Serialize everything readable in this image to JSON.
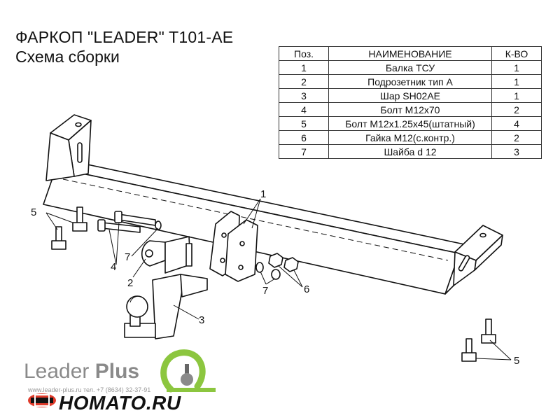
{
  "title": "ФАРКОП \"LEADER\" T101-AE",
  "subtitle": "Схема сборки",
  "table": {
    "headers": [
      "Поз.",
      "НАИМЕНОВАНИЕ",
      "К-ВО"
    ],
    "rows": [
      [
        "1",
        "Балка ТСУ",
        "1"
      ],
      [
        "2",
        "Подрозетник тип А",
        "1"
      ],
      [
        "3",
        "Шар  SH02AE",
        "1"
      ],
      [
        "4",
        "Болт М12х70",
        "2"
      ],
      [
        "5",
        "Болт М12х1.25х45(штатный)",
        "4"
      ],
      [
        "6",
        "Гайка М12(с.контр.)",
        "2"
      ],
      [
        "7",
        "Шайба d 12",
        "3"
      ]
    ]
  },
  "callouts": {
    "c1": "1",
    "c2": "2",
    "c3": "3",
    "c4": "4",
    "c5_left": "5",
    "c5_right": "5",
    "c6": "6",
    "c7_left": "7",
    "c7_mid": "7"
  },
  "brand": {
    "name": "Leader",
    "plus": "Plus",
    "website": "www.leader-plus.ru   тел. +7 (8634) 32-37-91",
    "dealer": "HOMATO.RU"
  },
  "colors": {
    "brand_grey": "#8a8a8a",
    "logo_green": "#8cc63f",
    "logo_red": "#e03a2a"
  }
}
